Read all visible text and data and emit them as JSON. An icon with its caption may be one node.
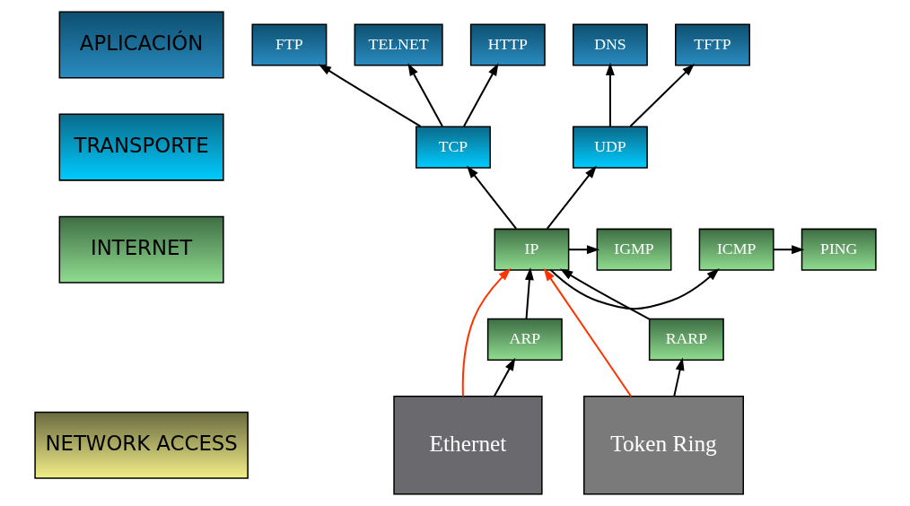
{
  "diagram": {
    "nodes": [
      {
        "text": [
          "APLICACIÓN"
        ]
      },
      {
        "text": [
          "TRANSPORTE"
        ]
      },
      {
        "text": [
          "INTERNET"
        ]
      },
      {
        "text": [
          "NETWORK ACCESS"
        ]
      },
      {
        "text": [
          "FTP"
        ]
      },
      {
        "text": [
          "TELNET"
        ]
      },
      {
        "text": [
          "HTTP"
        ]
      },
      {
        "text": [
          "DNS"
        ]
      },
      {
        "text": [
          "TFTP"
        ]
      },
      {
        "text": [
          "TCP"
        ]
      },
      {
        "text": [
          "UDP"
        ]
      },
      {
        "text": [
          "PING"
        ]
      },
      {
        "text": [
          "ICMP"
        ]
      },
      {
        "text": [
          "IP"
        ]
      },
      {
        "text": [
          "IGMP"
        ]
      },
      {
        "text": [
          "ARP"
        ]
      },
      {
        "text": [
          "RARP"
        ]
      },
      {
        "text": [
          "Ethernet"
        ]
      },
      {
        "text": [
          "Token Ring"
        ]
      }
    ],
    "edges": [
      {
        "from": 9,
        "to": 4,
        "arrow": "to"
      },
      {
        "from": 9,
        "to": 5,
        "arrow": "to"
      },
      {
        "from": 9,
        "to": 6,
        "arrow": "to"
      },
      {
        "from": 10,
        "to": 7,
        "arrow": "to"
      },
      {
        "from": 10,
        "to": 8,
        "arrow": "to"
      },
      {
        "from": 13,
        "to": 9,
        "arrow": "to"
      },
      {
        "from": 13,
        "to": 10,
        "arrow": "to"
      },
      {
        "from": 13,
        "to": 12,
        "arrow": "to"
      },
      {
        "from": 12,
        "to": 11,
        "arrow": "to"
      },
      {
        "from": 13,
        "to": 14,
        "arrow": "to"
      },
      {
        "from": 15,
        "to": 13,
        "arrow": "to"
      },
      {
        "from": 16,
        "to": 13,
        "arrow": "to"
      },
      {
        "from": 17,
        "to": 15,
        "arrow": "to"
      },
      {
        "from": 17,
        "to": 13,
        "arrow": "to",
        "color": "#ff3300"
      },
      {
        "from": 18,
        "to": 16,
        "arrow": "to"
      },
      {
        "from": 18,
        "to": 13,
        "arrow": "to",
        "color": "#ff3300"
      }
    ]
  }
}
